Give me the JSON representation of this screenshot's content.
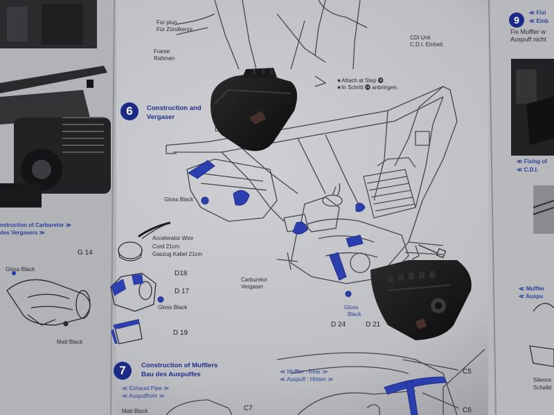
{
  "step6": {
    "number": "6",
    "title_line1": "Construction and",
    "title_line2": "Vergaser"
  },
  "step7": {
    "number": "7",
    "title_line1": "Construction of Mufflers",
    "title_line2": "Bau des Auspuffes"
  },
  "step9": {
    "number": "9",
    "fix_line1": "Fix Muffler w",
    "fix_line2": "Auspuff nicht",
    "fixi_tag": "≪ Fixi",
    "einb_tag": "≪ Einb",
    "fixing_tag": "≪ Fixing of",
    "cdi_tag": "≪ C.D.I.",
    "muffler_tag": "≪ Muffler",
    "auspu_tag": "≪ Auspu",
    "silencer1": "Silence",
    "silencer2": "Schalld"
  },
  "labels": {
    "plug_en": "For plug",
    "plug_de": "Für Zündkerze",
    "frame_en": "Frame",
    "frame_de": "Rahmen",
    "cdi_en": "CDi Unit",
    "cdi_de": "C.D.I. Einheit.",
    "attach_en": "★Attach at Step ⓮.",
    "attach_de": "★In Schritt ⓮ anbringen.",
    "gloss_black_1": "Gloss Black",
    "gloss_black_2": "Gloss Black",
    "gloss_black_3": "Gloss Black",
    "gloss_black_4a": "Gloss",
    "gloss_black_4b": "Black",
    "matt_black_1": "Matt Black",
    "matt_black_2": "Matt Black",
    "carb_left_1": "nstruction of Carburetor ≫",
    "carb_left_2": "des Vergasers ≫",
    "accel_1": "Accelerator Wire",
    "accel_2": "Cord 21cm",
    "accel_3": "Gaszug Kabel 21cm",
    "carb_en": "Carburetor",
    "carb_de": "Vergaser",
    "exhaust_en": "≪ Exhaust Pipe ≫",
    "exhaust_de": "≪ Auspuffrohr ≫",
    "muffler_rear_en": "≪ Muffler : Rear ≫",
    "muffler_rear_de": "≪ Auspuff : Hinten ≫"
  },
  "parts": {
    "g14": "G 14",
    "d18": "D18",
    "d17": "D 17",
    "d19": "D 19",
    "d24": "D 24",
    "d21": "D 21",
    "d_top": "D",
    "c5": "C5",
    "c6": "C6",
    "c7": "C7"
  },
  "colors": {
    "paper": "#c2c4c7",
    "ink_blue": "#1b2a87",
    "paint_blue": "#2c3fae",
    "black_part": "#141416"
  }
}
